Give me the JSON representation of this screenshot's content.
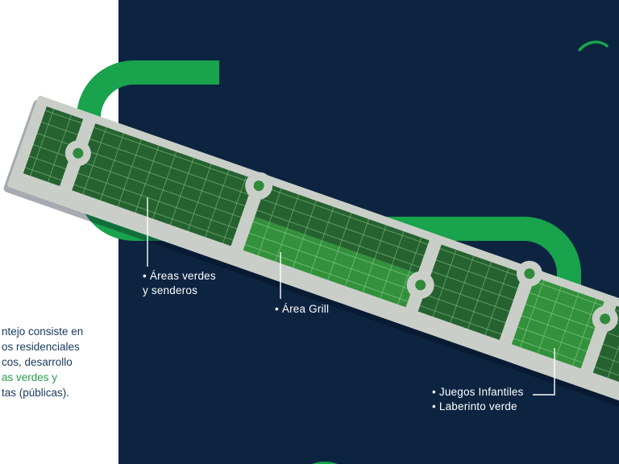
{
  "colors": {
    "background_navy": "#0d2440",
    "panel_white": "#ffffff",
    "accent_green": "#18a34c",
    "navy_text": "#15395e",
    "green_text": "#27a04d",
    "road_gray": "#c9cfc8",
    "block_green_dark": "#266230",
    "block_green_bright": "#33913c",
    "callout_white": "#ffffff"
  },
  "about": {
    "lines": [
      "ntejo consiste en",
      "os residenciales",
      "cos, desarrollo",
      "as verdes y",
      "tas (públicas)."
    ]
  },
  "callouts": {
    "areas_verdes": {
      "line1": "• Áreas verdes",
      "line2": "y senderos"
    },
    "area_grill": {
      "label": "• Área Grill"
    },
    "juegos": {
      "line1": "• Juegos Infantiles",
      "line2": "• Laberinto verde"
    }
  },
  "icons": {
    "swoosh": "brand-leaf-swoosh-icon",
    "bottom_logo": "partial-logo-arc"
  }
}
